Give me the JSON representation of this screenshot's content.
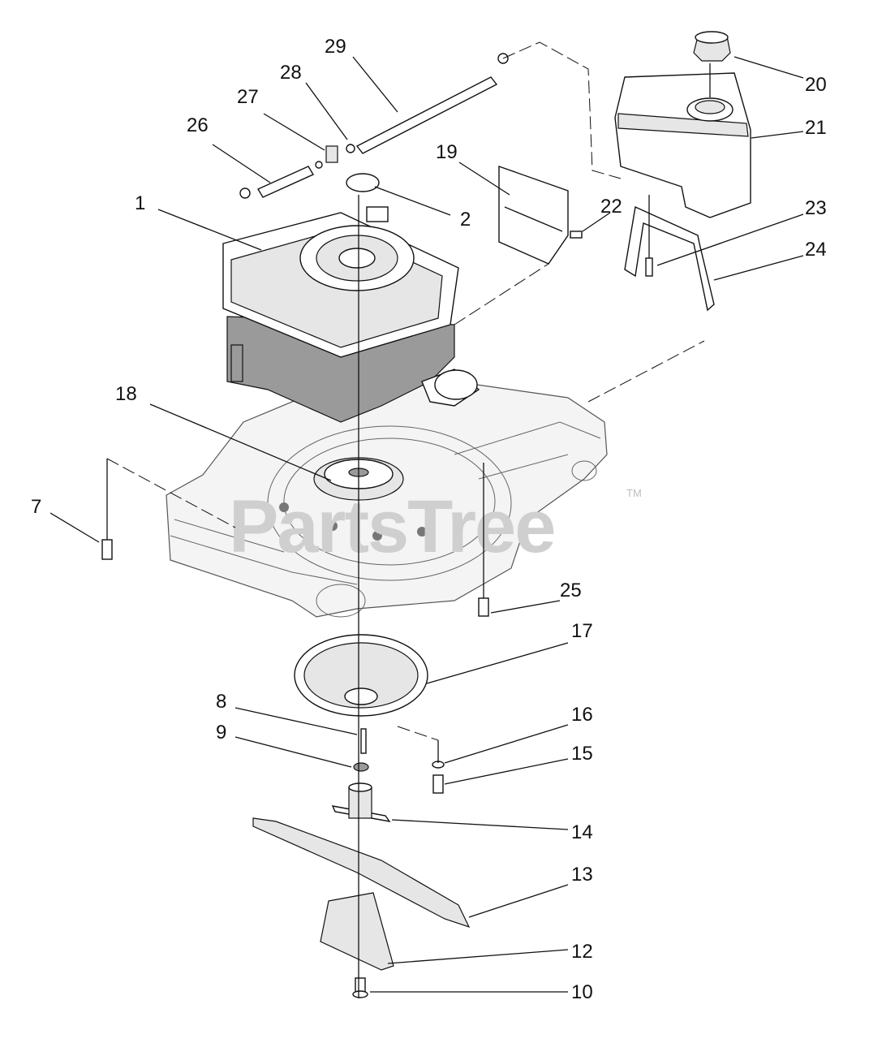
{
  "watermark": {
    "text": "PartsTree",
    "trademark": "TM"
  },
  "callouts": [
    {
      "id": "1",
      "label": "1"
    },
    {
      "id": "2",
      "label": "2"
    },
    {
      "id": "7",
      "label": "7"
    },
    {
      "id": "8",
      "label": "8"
    },
    {
      "id": "9",
      "label": "9"
    },
    {
      "id": "10",
      "label": "10"
    },
    {
      "id": "12",
      "label": "12"
    },
    {
      "id": "13",
      "label": "13"
    },
    {
      "id": "14",
      "label": "14"
    },
    {
      "id": "15",
      "label": "15"
    },
    {
      "id": "16",
      "label": "16"
    },
    {
      "id": "17",
      "label": "17"
    },
    {
      "id": "18",
      "label": "18"
    },
    {
      "id": "19",
      "label": "19"
    },
    {
      "id": "20",
      "label": "20"
    },
    {
      "id": "21",
      "label": "21"
    },
    {
      "id": "22",
      "label": "22"
    },
    {
      "id": "23",
      "label": "23"
    },
    {
      "id": "24",
      "label": "24"
    },
    {
      "id": "25",
      "label": "25"
    },
    {
      "id": "26",
      "label": "26"
    },
    {
      "id": "27",
      "label": "27"
    },
    {
      "id": "28",
      "label": "28"
    },
    {
      "id": "29",
      "label": "29"
    }
  ]
}
